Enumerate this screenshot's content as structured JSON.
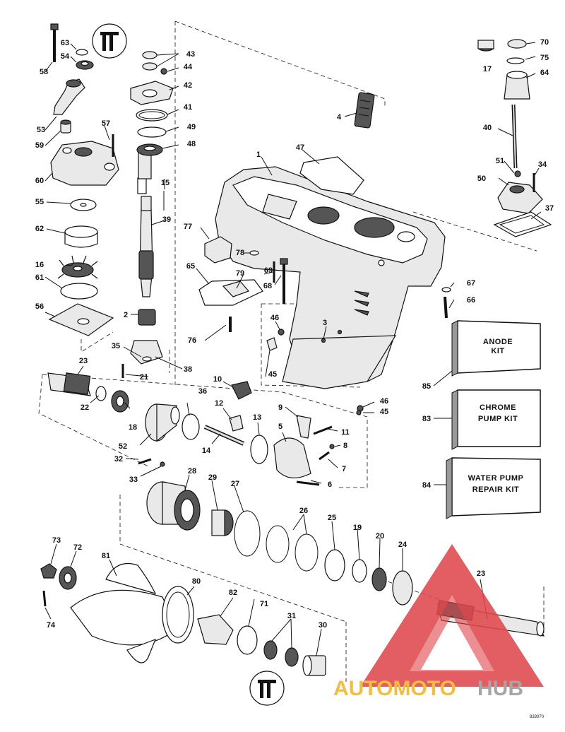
{
  "labels": {
    "p1": "1",
    "p2": "2",
    "p3": "3",
    "p4": "4",
    "p5": "5",
    "p6": "6",
    "p7": "7",
    "p8": "8",
    "p9": "9",
    "p10": "10",
    "p11": "11",
    "p12": "12",
    "p13": "13",
    "p14": "14",
    "p15": "15",
    "p16": "16",
    "p17": "17",
    "p18": "18",
    "p19": "19",
    "p20": "20",
    "p21": "21",
    "p22": "22",
    "p23a": "23",
    "p23b": "23",
    "p24": "24",
    "p25": "25",
    "p26": "26",
    "p27": "27",
    "p28": "28",
    "p29": "29",
    "p30": "30",
    "p31": "31",
    "p32": "32",
    "p33": "33",
    "p34": "34",
    "p35": "35",
    "p36": "36",
    "p37": "37",
    "p38": "38",
    "p39": "39",
    "p40": "40",
    "p41": "41",
    "p42": "42",
    "p43": "43",
    "p44": "44",
    "p45a": "45",
    "p45b": "45",
    "p46a": "46",
    "p46b": "46",
    "p47": "47",
    "p48": "48",
    "p49": "49",
    "p50": "50",
    "p51": "51",
    "p52": "52",
    "p53": "53",
    "p54": "54",
    "p55": "55",
    "p56": "56",
    "p57": "57",
    "p58": "58",
    "p59": "59",
    "p60": "60",
    "p61": "61",
    "p62": "62",
    "p63": "63",
    "p64": "64",
    "p65": "65",
    "p66": "66",
    "p67": "67",
    "p68": "68",
    "p69": "69",
    "p70": "70",
    "p71": "71",
    "p72": "72",
    "p73": "73",
    "p74": "74",
    "p75": "75",
    "p76": "76",
    "p77": "77",
    "p78": "78",
    "p79": "79",
    "p80": "80",
    "p81": "81",
    "p82": "82",
    "p83": "83",
    "p84": "84",
    "p85": "85"
  },
  "kits": {
    "anode": {
      "line1": "ANODE",
      "line2": "KIT"
    },
    "chrome": {
      "line1": "CHROME",
      "line2": "PUMP KIT"
    },
    "water": {
      "line1": "WATER PUMP",
      "line2": "REPAIR KIT"
    }
  },
  "drawing_code": "833070",
  "watermark": {
    "text_a": "AUTOMOTO",
    "text_b": "HUB",
    "colors": {
      "triangle": "#e0484d",
      "text_a": "#f0b429",
      "text_b": "#9a9a9a"
    }
  }
}
